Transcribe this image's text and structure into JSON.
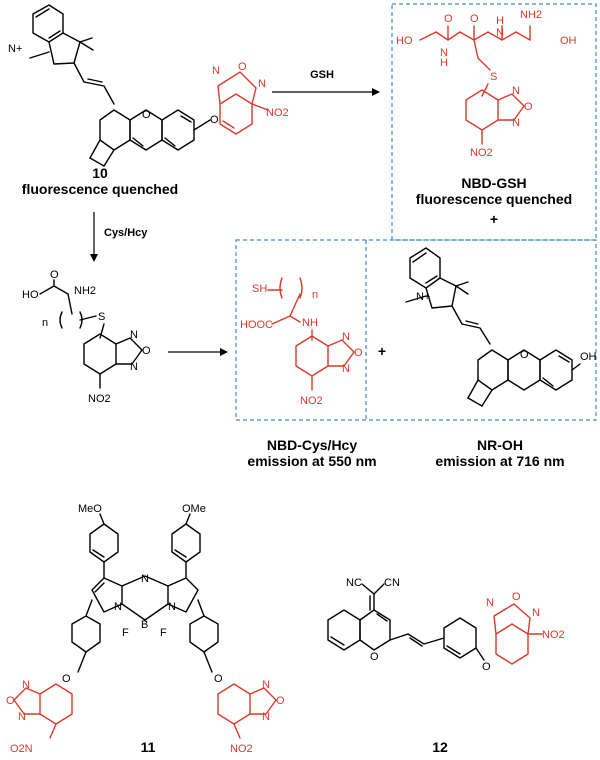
{
  "colors": {
    "highlight": "#d93a2b",
    "frame": "#3d8ec9",
    "ink": "#000000"
  },
  "reactions": {
    "reagent_top": "GSH",
    "reagent_down": "Cys/Hcy",
    "plus_1": "+",
    "plus_2": "+"
  },
  "compounds": {
    "c10": {
      "number": "10",
      "caption": "fluorescence quenched"
    },
    "nbd_gsh": {
      "name": "NBD-GSH",
      "caption": "fluorescence quenched"
    },
    "nbd_cys": {
      "name": "NBD-Cys/Hcy",
      "caption": "emission at 550 nm"
    },
    "nr_oh": {
      "name": "NR-OH",
      "caption": "emission at 716 nm"
    },
    "c11": {
      "number": "11"
    },
    "c12": {
      "number": "12"
    }
  },
  "atoms": {
    "no2": "NO2",
    "no2_left": "O2N",
    "n": "N",
    "o": "O",
    "s": "S",
    "oh": "OH",
    "ho": "HO",
    "nh": "NH",
    "h": "H",
    "nh2": "NH2",
    "n_plus": "N+",
    "f": "F",
    "b": "B",
    "ome": "OMe",
    "meo": "MeO",
    "hooc": "HOOC",
    "sh": "SH",
    "nc": "NC",
    "cn": "CN",
    "n_sub": "n"
  }
}
